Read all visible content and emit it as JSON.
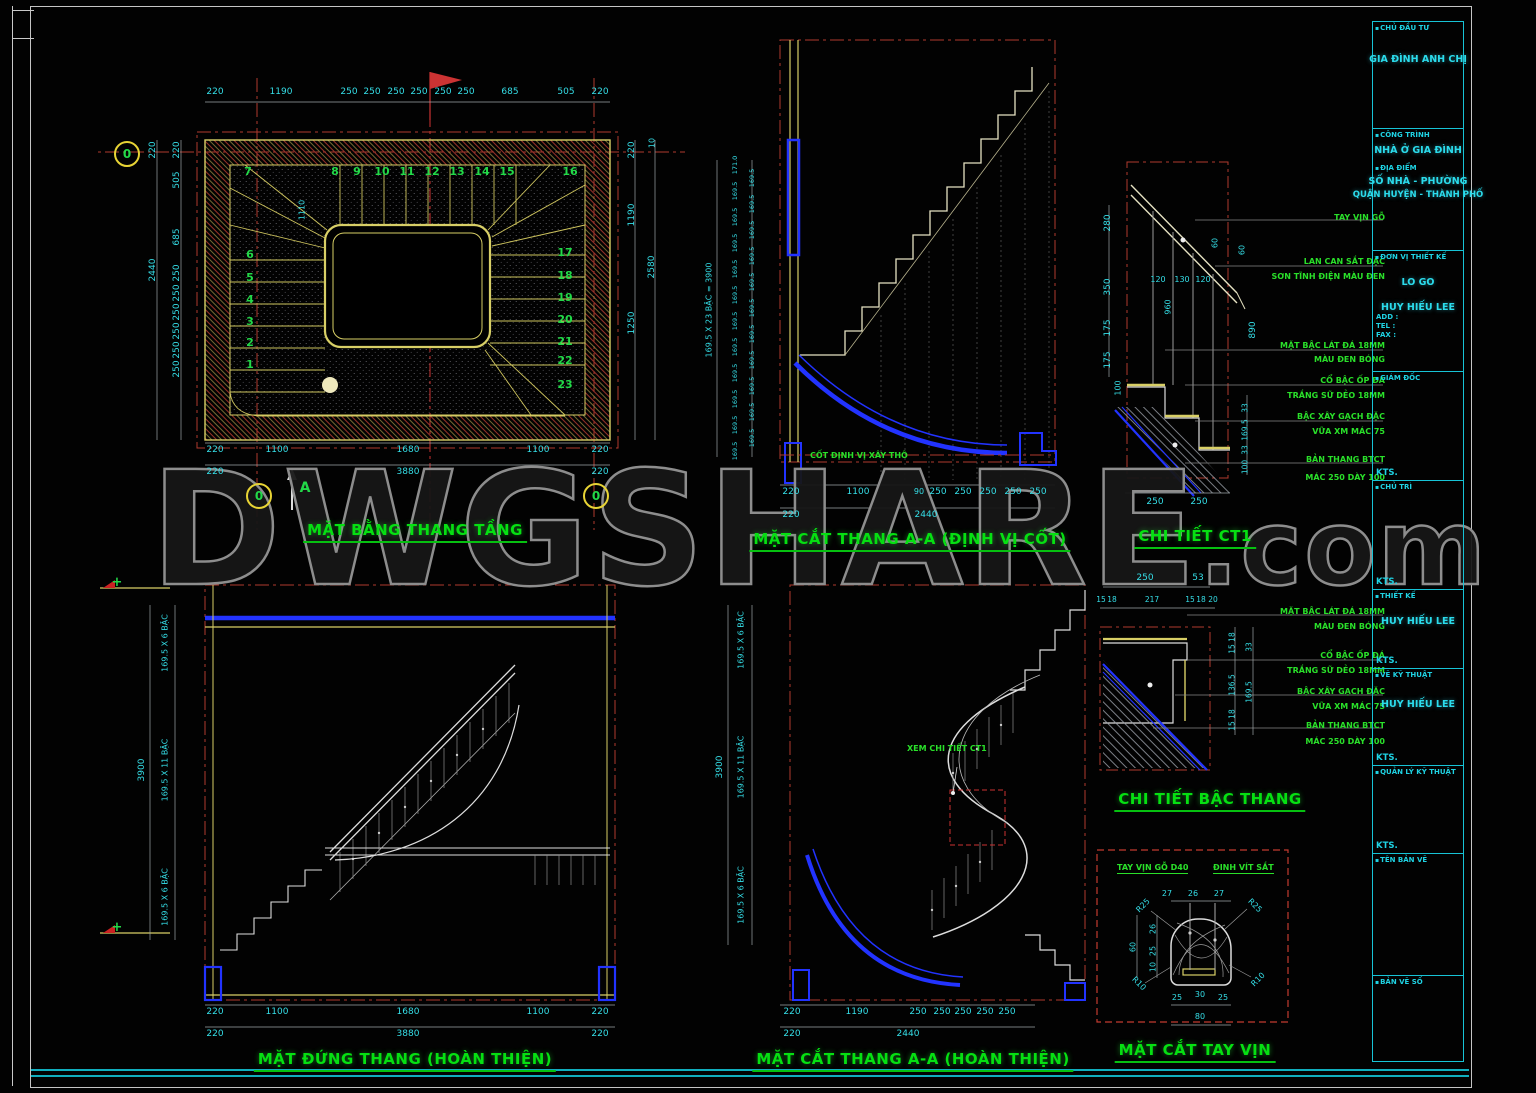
{
  "watermark": {
    "main": "DWGSHARE",
    "suffix": ".com"
  },
  "colors": {
    "dim_cyan": "#35dfe8",
    "label_green": "#2ae02a",
    "title_green": "#06e012",
    "line_yellow": "#d8cf66",
    "line_red": "#b03a2e",
    "line_blue": "#2233ff",
    "titleblock_cyan": "#17c3d6"
  },
  "titles": {
    "plan": "MẶT BẰNG THANG TẦNG",
    "section_cot": "MẶT CẮT THANG A-A (ĐỊNH VỊ CỐT)",
    "detail_ct1": "CHI TIẾT CT1",
    "detail_bac": "CHI TIẾT BẬC THANG",
    "elevation": "MẶT ĐỨNG THANG (HOÀN THIỆN)",
    "section_ht": "MẶT CẮT THANG A-A (HOÀN THIỆN)",
    "handrail": "MẶT CẮT TAY VỊN"
  },
  "plan": {
    "top_dims": [
      "220",
      "1190",
      "250",
      "250",
      "250",
      "250",
      "250",
      "250",
      "685",
      "505",
      "220"
    ],
    "bottom_dims1": [
      "220",
      "1100",
      "1680",
      "1100",
      "220"
    ],
    "bottom_dims2": [
      "220",
      "3880",
      "220"
    ],
    "left_outer": [
      "220",
      "2440"
    ],
    "left_dims": [
      "220",
      "505",
      "685",
      "250",
      "250",
      "250",
      "250",
      "250",
      "250"
    ],
    "right_dims": [
      "220",
      "10",
      "1190",
      "2580",
      "1250"
    ],
    "steps_top": [
      "7",
      "8",
      "9",
      "10",
      "11",
      "12",
      "13",
      "14",
      "15",
      "16"
    ],
    "steps_left": [
      "6",
      "5",
      "4",
      "3",
      "2",
      "1"
    ],
    "steps_right": [
      "17",
      "18",
      "19",
      "20",
      "21",
      "22",
      "23"
    ],
    "diag_dim": "1110",
    "grid_marker": "0",
    "section_marker": "A"
  },
  "section_cot": {
    "riser_dims": [
      "171.0",
      "169.5",
      "169.5",
      "169.5",
      "169.5",
      "169.5",
      "169.5",
      "169.5",
      "169.5",
      "169.5",
      "169.5",
      "169.5",
      "169.5",
      "169.5",
      "169.5",
      "169.5",
      "169.5",
      "169.5",
      "169.5",
      "169.5",
      "169.5",
      "169.5",
      "169.5"
    ],
    "riser_total": "169.5 X 23 BẬC = 3900",
    "bottom_dims1": [
      "220",
      "1100",
      "90",
      "250",
      "250",
      "250",
      "250",
      "250"
    ],
    "bottom_dims2": [
      "220",
      "2440"
    ],
    "note": "CỐT ĐỊNH VỊ XÂY THÔ"
  },
  "detail_ct1": {
    "labels": {
      "rail": "TAY VỊN GỖ",
      "balustrade1": "LAN CAN SẮT ĐẶC",
      "balustrade2": "SƠN TĨNH ĐIỆN MÀU ĐEN",
      "tread1": "MẶT BẬC LÁT ĐÁ 18MM",
      "tread2": "MÀU ĐEN BÓNG",
      "riser1": "CỔ BẬC ỐP ĐÁ",
      "riser2": "TRẮNG SỮ DẺO 18MM",
      "brick1": "BẬC XÂY GẠCH ĐẶC",
      "brick2": "VỮA XM MÁC 75",
      "slab1": "BẢN THANG BTCT",
      "slab2": "MÁC 250 DÀY 100"
    },
    "left_dims": [
      "280",
      "350",
      "175",
      "175"
    ],
    "slab_dim": "100",
    "post_dims": [
      "120",
      "130",
      "120"
    ],
    "rail_dims": [
      "60",
      "60"
    ],
    "height_dim": "890",
    "slope_dim": "960",
    "step_chain": [
      "33",
      "169.5",
      "33",
      "100"
    ],
    "bottom_dims": [
      "250",
      "250"
    ]
  },
  "detail_bac": {
    "top_dims": [
      "250",
      "53"
    ],
    "top_dims2": [
      "15",
      "18",
      "217",
      "15",
      "18",
      "20"
    ],
    "right_dims": [
      "15 18",
      "33",
      "136.5",
      "169.5",
      "15 18"
    ],
    "labels": {
      "tread1": "MẶT BẬC LÁT ĐÁ 18MM",
      "tread2": "MÀU ĐEN BÓNG",
      "riser1": "CỔ BẬC ỐP ĐÁ",
      "riser2": "TRẮNG SỮ DẺO 18MM",
      "brick1": "BẬC XÂY GẠCH ĐẶC",
      "brick2": "VỮA XM MÁC 75",
      "slab1": "BẢN THANG BTCT",
      "slab2": "MÁC 250 DÀY 100"
    }
  },
  "elevation": {
    "left_dims": [
      "169.5 X 6 BẬC",
      "169.5 X 11 BẬC",
      "169.5 X 6 BẬC"
    ],
    "left_total": "3900",
    "bottom_dims1": [
      "220",
      "1100",
      "1680",
      "1100",
      "220"
    ],
    "bottom_dims2": [
      "220",
      "3880",
      "220"
    ]
  },
  "section_ht": {
    "left_dims": [
      "169.5 X 6 BẬC",
      "169.5 X 11 BẬC",
      "169.5 X 6 BẬC"
    ],
    "left_total": "3900",
    "bottom_dims1": [
      "220",
      "1190",
      "250",
      "250",
      "250",
      "250",
      "250"
    ],
    "bottom_dims2": [
      "220",
      "2440"
    ],
    "note": "XEM CHI TIẾT CT1"
  },
  "handrail": {
    "label_rail": "TAY VỊN GỖ D40",
    "label_screw": "ĐINH VÍT SẮT",
    "top_dims": [
      "27",
      "26",
      "27"
    ],
    "bottom_dims": [
      "25",
      "30",
      "25"
    ],
    "bottom_total": "80",
    "left_dims": [
      "26",
      "25",
      "10"
    ],
    "left_total": "60",
    "radii": [
      "R25",
      "R25",
      "R10",
      "R10"
    ]
  },
  "title_block": {
    "chu_dau_tu": {
      "label": "CHỦ ĐẦU TƯ",
      "value": "GIA ĐÌNH ANH CHỊ"
    },
    "cong_trinh": {
      "label": "CÔNG TRÌNH",
      "value": "NHÀ Ở GIA ĐÌNH"
    },
    "dia_diem": {
      "label": "ĐỊA ĐIỂM",
      "value1": "SỐ NHÀ - PHƯỜNG",
      "value2": "QUẬN HUYỆN - THÀNH PHỐ"
    },
    "don_vi": {
      "label": "ĐƠN VỊ THIẾT KẾ",
      "logo": "LO GO",
      "name": "HUY HIẾU LEE",
      "add": "ADD :",
      "tel": "TEL :",
      "fax": "FAX :"
    },
    "giam_doc": {
      "label": "GIÁM ĐỐC",
      "foot": "KTS."
    },
    "chu_tri": {
      "label": "CHỦ TRÌ",
      "foot": "KTS."
    },
    "thiet_ke": {
      "label": "THIẾT KẾ",
      "name": "HUY HIẾU LEE",
      "foot": "KTS."
    },
    "ve_kt": {
      "label": "VẼ KỸ THUẬT",
      "name": "HUY HIẾU LEE",
      "foot": "KTS."
    },
    "quan_ly": {
      "label": "QUẢN LÝ KỸ THUẬT",
      "foot": "KTS."
    },
    "ten_ban_ve": {
      "label": "TÊN BẢN VẼ"
    },
    "ban_ve_so": {
      "label": "BẢN VẼ SỐ"
    }
  }
}
